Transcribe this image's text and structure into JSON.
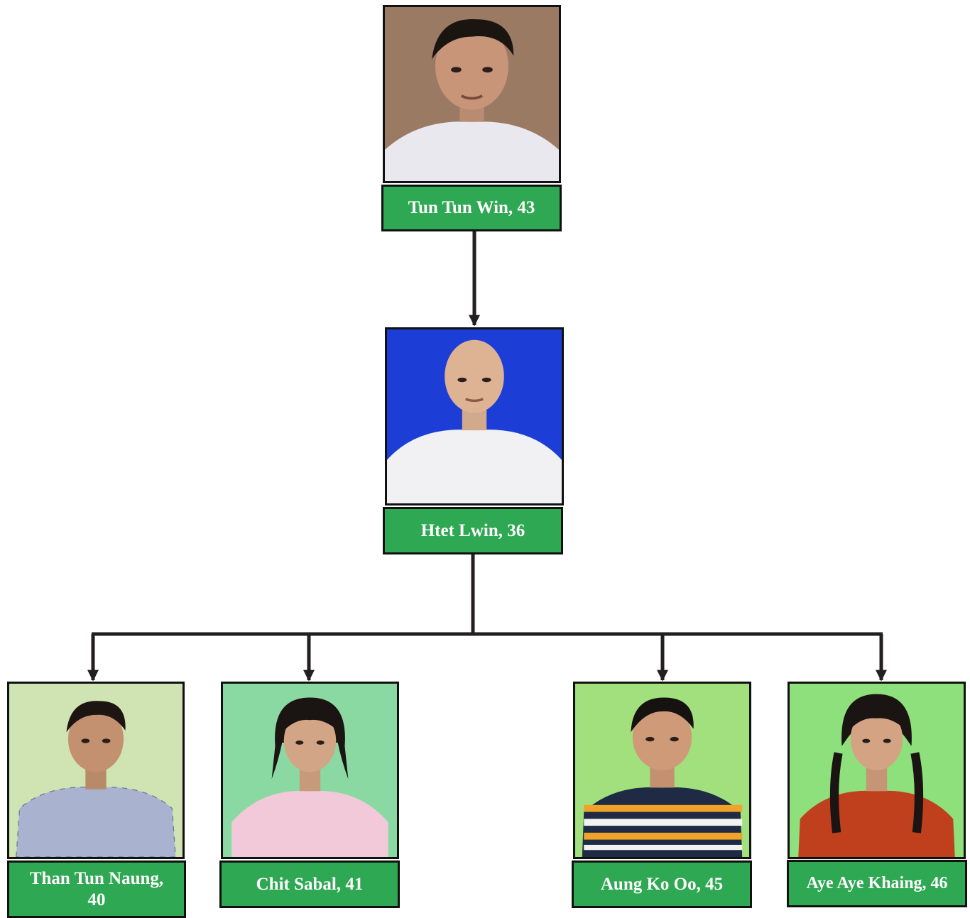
{
  "colors": {
    "label_bg": "#2ea852",
    "label_text": "#ffffff",
    "border": "#111111",
    "connector": "#231f20"
  },
  "root": {
    "name": "Tun Tun Win, 43",
    "photo_background": "#9b7a63"
  },
  "middle": {
    "name": "Htet Lwin, 36",
    "photo_background": "#1d3ed6"
  },
  "children": [
    {
      "name_line1": "Than Tun Naung,",
      "name_line2": "40",
      "photo_background": "#cfe3b3"
    },
    {
      "name": "Chit Sabal, 41",
      "photo_background": "#8ad9a2"
    },
    {
      "name": "Aung Ko Oo, 45",
      "photo_background": "#a2e07e"
    },
    {
      "name": "Aye Aye Khaing, 46",
      "photo_background": "#8ee07c"
    }
  ]
}
